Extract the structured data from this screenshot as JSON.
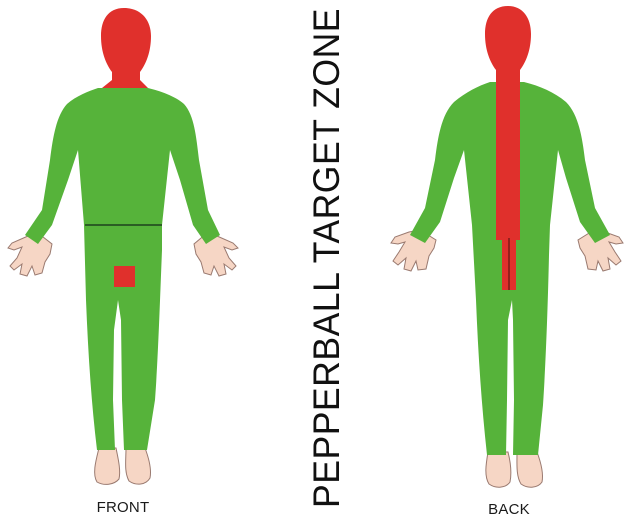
{
  "title": "PEPPERBALL TARGET ZONE",
  "figures": [
    {
      "label": "FRONT"
    },
    {
      "label": "BACK"
    }
  ],
  "colors": {
    "safe_zone": "#56b33a",
    "no_target_zone": "#e0302c",
    "skin": "#f6d6c5",
    "skin_outline": "#9a7a70"
  }
}
